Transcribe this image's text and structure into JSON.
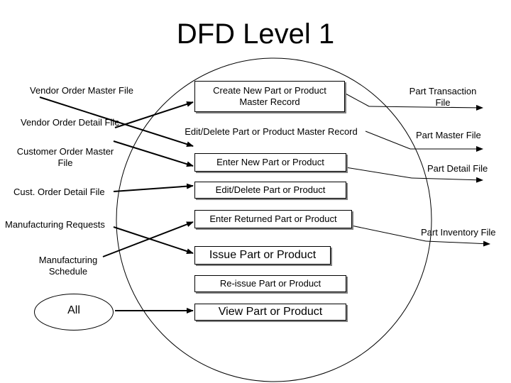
{
  "title": "DFD Level 1",
  "sources": {
    "vendor_order_master": "Vendor Order Master File",
    "vendor_order_detail": "Vendor Order Detail File",
    "customer_order_master_l1": "Customer Order Master",
    "customer_order_master_l2": "File",
    "cust_order_detail": "Cust.  Order Detail File",
    "manufacturing_requests": "Manufacturing Requests",
    "manufacturing_schedule_l1": "Manufacturing",
    "manufacturing_schedule_l2": "Schedule",
    "all": "All"
  },
  "processes": {
    "create_l1": "Create New Part or Product",
    "create_l2": "Master Record",
    "edit_delete_master": "Edit/Delete Part or Product Master Record",
    "enter_new": "Enter New Part or Product",
    "edit_delete": "Edit/Delete Part or Product",
    "enter_returned": "Enter Returned Part or Product",
    "issue": "Issue Part or Product",
    "reissue": "Re-issue Part or Product",
    "view": "View Part or Product"
  },
  "outputs": {
    "part_transaction_l1": "Part Transaction",
    "part_transaction_l2": "File",
    "part_master": "Part Master File",
    "part_detail": "Part Detail File",
    "part_inventory": "Part Inventory File"
  }
}
